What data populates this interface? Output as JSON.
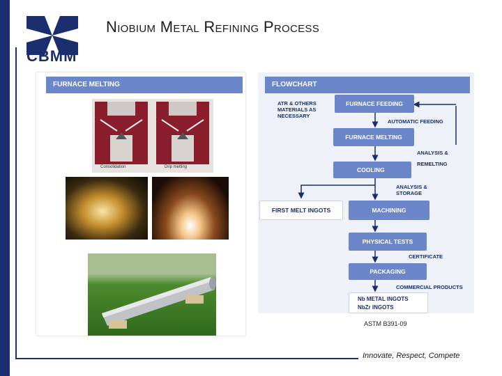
{
  "slide": {
    "title": "Niobium Metal Refining Process",
    "logo_text": "CBMM",
    "tagline": "Innovate, Respect, Compete",
    "astm": "ASTM B391-09"
  },
  "furnace_panel": {
    "header": "FURNACE MELTING",
    "caption_left": "Consolidation",
    "caption_right": "Drip melting"
  },
  "flowchart": {
    "header": "FLOWCHART",
    "boxes": {
      "feeding": "FURNACE FEEDING",
      "melting": "FURNACE MELTING",
      "cooling": "COOLING",
      "machining": "MACHINING",
      "first_melt": "FIRST MELT INGOTS",
      "physical": "PHYSICAL TESTS",
      "packaging": "PACKAGING",
      "ingots1": "Nb METAL INGOTS",
      "ingots2": "NbZr INGOTS"
    },
    "notes": {
      "atr": "ATR & OTHERS MATERIALS AS NECESSARY",
      "auto": "AUTOMATIC FEEDING",
      "analysis": "ANALYSIS & REMELTING",
      "storage": "ANALYSIS & STORAGE",
      "certificate": "CERTIFICATE",
      "commercial": "COMMERCIAL PRODUCTS"
    }
  },
  "colors": {
    "navy": "#1b2f6e",
    "header_blue": "#6b86c9",
    "panel_bg": "#eef1f8"
  }
}
